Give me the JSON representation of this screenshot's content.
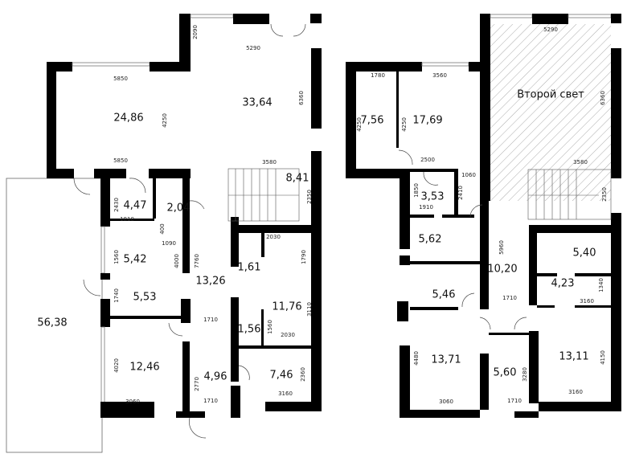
{
  "left_plan": {
    "rooms": [
      "24,86",
      "33,64",
      "8,41",
      "4,47",
      "2,04",
      "5,42",
      "5,53",
      "13,26",
      "1,61",
      "11,76",
      "1,56",
      "12,46",
      "4,96",
      "7,46",
      "56,38"
    ],
    "dimensions": [
      "5290",
      "2090",
      "5850",
      "4250",
      "6360",
      "5850",
      "3580",
      "2350",
      "2430",
      "1810",
      "400",
      "1090",
      "1560",
      "7760",
      "4000",
      "1740",
      "2030",
      "1790",
      "3110",
      "1710",
      "1560",
      "2030",
      "4020",
      "2770",
      "2360",
      "3060",
      "1710",
      "3160"
    ]
  },
  "right_plan": {
    "double_height_label": "Второй свет",
    "rooms": [
      "7,56",
      "17,69",
      "3,53",
      "5,62",
      "10,20",
      "5,40",
      "4,23",
      "5,46",
      "13,71",
      "5,60",
      "13,11"
    ],
    "dimensions": [
      "5290",
      "6360",
      "1780",
      "3560",
      "4250",
      "4250",
      "2500",
      "3580",
      "1060",
      "1850",
      "2410",
      "1910",
      "2350",
      "5960",
      "1340",
      "1710",
      "3160",
      "4480",
      "3280",
      "4150",
      "3060",
      "1710",
      "3160"
    ]
  },
  "colors": {
    "wall": "#000000",
    "hatch": "#888888",
    "dimension_line": "#555555"
  }
}
